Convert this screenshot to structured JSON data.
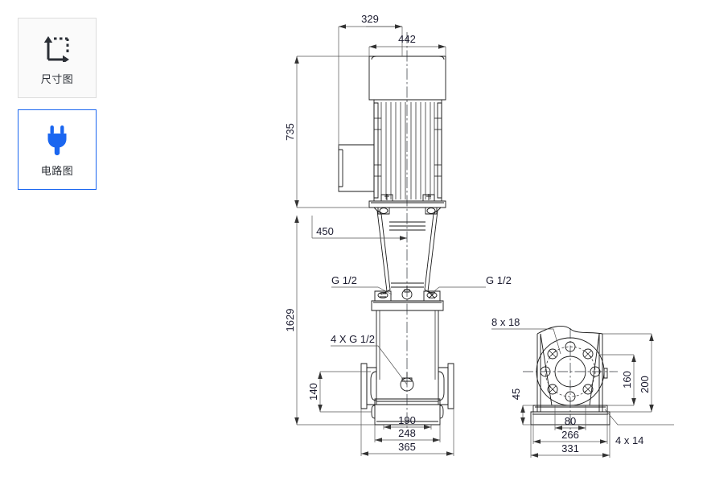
{
  "sidebar": {
    "items": [
      {
        "label": "尺寸图",
        "icon": "dimension-icon",
        "active": false
      },
      {
        "label": "电路图",
        "icon": "plug-icon",
        "active": true
      }
    ]
  },
  "colors": {
    "accent": "#1a66f0",
    "line": "#1a1a1a",
    "dim_line": "#555555",
    "text": "#1a1a2e",
    "panel_bg": "#fafafa",
    "panel_border": "#dcdcdc"
  },
  "drawing": {
    "title": "",
    "views": [
      {
        "name": "front-elevation"
      },
      {
        "name": "base-plan-view"
      }
    ],
    "dimensions": {
      "motor_width_329": "329",
      "motor_width_442": "442",
      "motor_height_735": "735",
      "total_height_1629": "1629",
      "coupling_450": "450",
      "port_height_140": "140",
      "base_190": "190",
      "base_248": "248",
      "base_365": "365",
      "plan_45": "45",
      "plan_80": "80",
      "plan_160": "160",
      "plan_200": "200",
      "plan_266": "266",
      "plan_331": "331"
    },
    "callouts": {
      "gauge_left": "G 1/2",
      "gauge_right": "G 1/2",
      "drain_ports": "4 X G 1/2",
      "slot_8x18": "8 x 18",
      "hole_4x14": "4 x 14"
    }
  }
}
